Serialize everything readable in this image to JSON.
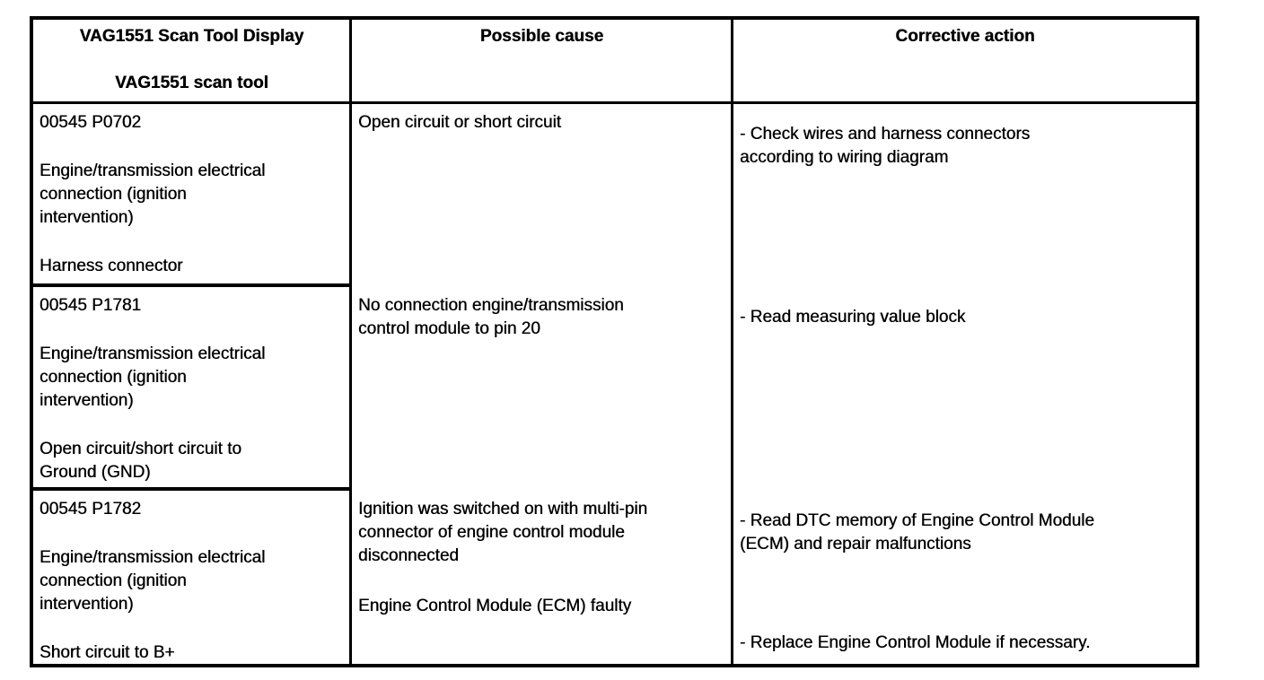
{
  "page": {
    "background": "#ffffff"
  },
  "table": {
    "border_color": "#000000",
    "text_color": "#000000",
    "header": {
      "scan_tool_display": "VAG1551 Scan Tool Display",
      "scan_tool": "VAG1551 scan tool",
      "possible_cause": "Possible cause",
      "corrective_action": "Corrective action"
    },
    "rows": [
      {
        "dtc_code": "00545 P0702",
        "description": "Engine/transmission electrical\nconnection (ignition\nintervention)",
        "detail": "Harness connector",
        "causes": [
          "Open circuit or short circuit"
        ],
        "actions": [
          "- Check wires and harness connectors\naccording to wiring diagram"
        ]
      },
      {
        "dtc_code": "00545 P1781",
        "description": "Engine/transmission electrical\nconnection (ignition\nintervention)",
        "detail": "Open circuit/short circuit to\nGround (GND)",
        "causes": [
          "No connection engine/transmission\ncontrol module to pin 20"
        ],
        "actions": [
          "- Read measuring value block"
        ]
      },
      {
        "dtc_code": "00545 P1782",
        "description": "Engine/transmission electrical\nconnection (ignition\nintervention)",
        "detail": "Short circuit to B+",
        "causes": [
          "Ignition was switched on with multi-pin\nconnector of engine control module\ndisconnected",
          "Engine Control Module (ECM) faulty"
        ],
        "actions": [
          "- Read DTC memory of Engine Control Module\n(ECM) and repair malfunctions",
          "- Replace Engine Control Module if necessary."
        ]
      }
    ]
  }
}
